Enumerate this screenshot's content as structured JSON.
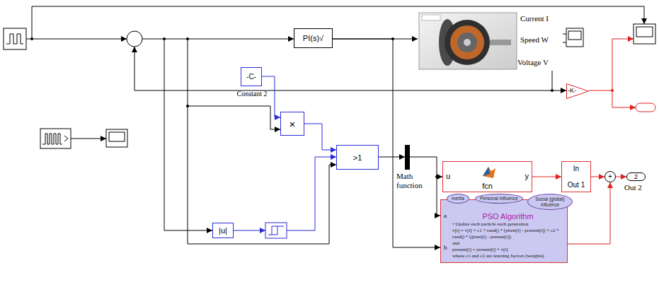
{
  "diagram": {
    "nodes": [
      {
        "text": [
          "PI(s)√"
        ]
      },
      {
        "text": [
          "Current I",
          "Speed W",
          "Voltage V"
        ]
      },
      {
        "text": [
          "-C-",
          "Constant 2"
        ]
      },
      {
        "text": [
          "×"
        ]
      },
      {
        "text": [
          "|u|"
        ]
      },
      {
        "text": [
          ">1"
        ]
      },
      {
        "text": [
          "-K-"
        ]
      },
      {
        "text": [
          "u",
          "fcn",
          "y"
        ]
      },
      {
        "text": [
          "In",
          "Out 1"
        ]
      },
      {
        "text": [
          "+"
        ]
      },
      {
        "text": [
          "2",
          "Out 2"
        ]
      },
      {
        "text": [
          "PSO Algorithm",
          "a",
          "b",
          "• Update each particle each generation",
          "v[i] = v[i] + c1 * rand() * (pbest[i] - present[i]) + c2 * rand() * (gbest[i] - present[i])",
          "and",
          "present[i] = present[i] + v[i]",
          "where c1 and c2 are learning factors (weights)"
        ]
      },
      {
        "text": [
          "inertia"
        ],
        "in": 11
      },
      {
        "text": [
          "Personal influence"
        ],
        "in": 11
      },
      {
        "text": [
          "Social (global) influence"
        ],
        "in": 11
      }
    ],
    "edges": [
      {
        "from": 0,
        "to": 1,
        "arrow": "to"
      },
      {
        "from": 0,
        "to": 11,
        "arrow": "to"
      },
      {
        "from": 2,
        "to": 3,
        "arrow": "to"
      },
      {
        "from": 3,
        "to": 5,
        "arrow": "to"
      },
      {
        "from": 7,
        "to": 8,
        "arrow": "to"
      },
      {
        "from": 8,
        "to": 9,
        "arrow": "to"
      },
      {
        "from": 11,
        "to": 9,
        "arrow": "to"
      },
      {
        "from": 9,
        "to": 10,
        "arrow": "to"
      },
      {
        "from": 1,
        "to": 6,
        "arrow": "to"
      }
    ],
    "labels": [
      "Math function"
    ]
  }
}
